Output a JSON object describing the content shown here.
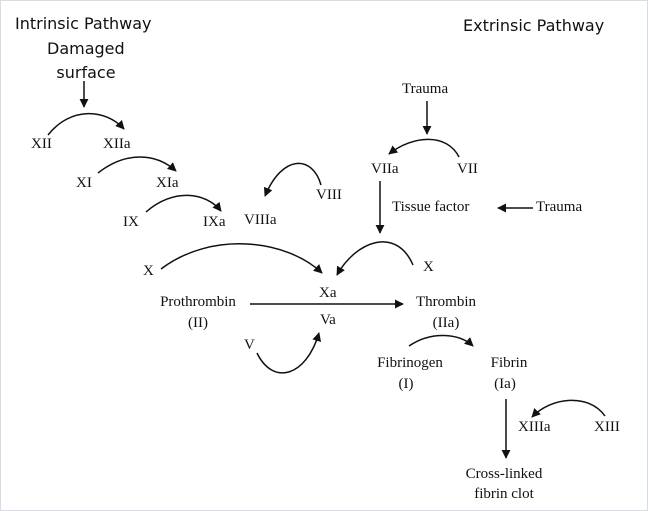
{
  "headings": {
    "intrinsic": "Intrinsic Pathway",
    "extrinsic": "Extrinsic Pathway"
  },
  "labels": {
    "damaged_surface_line1": "Damaged",
    "damaged_surface_line2": "surface",
    "trauma_top": "Trauma",
    "xii": "XII",
    "xiia": "XIIa",
    "xi": "XI",
    "xia": "XIa",
    "ix": "IX",
    "ixa": "IXa",
    "viiia": "VIIIa",
    "viii": "VIII",
    "viia": "VIIa",
    "vii": "VII",
    "tissue_factor": "Tissue factor",
    "trauma_right": "Trauma",
    "x_left": "X",
    "x_right": "X",
    "prothrombin": "Prothrombin",
    "prothrombin_roman": "(II)",
    "xa": "Xa",
    "va": "Va",
    "thrombin": "Thrombin",
    "thrombin_roman": "(IIa)",
    "v": "V",
    "fibrinogen": "Fibrinogen",
    "fibrinogen_roman": "(I)",
    "fibrin": "Fibrin",
    "fibrin_roman": "(Ia)",
    "xiiia": "XIIIa",
    "xiii": "XIII",
    "clot_line1": "Cross-linked",
    "clot_line2": "fibrin clot"
  },
  "colors": {
    "ink": "#111111",
    "frame": "#d7dde3",
    "background": "#ffffff"
  }
}
